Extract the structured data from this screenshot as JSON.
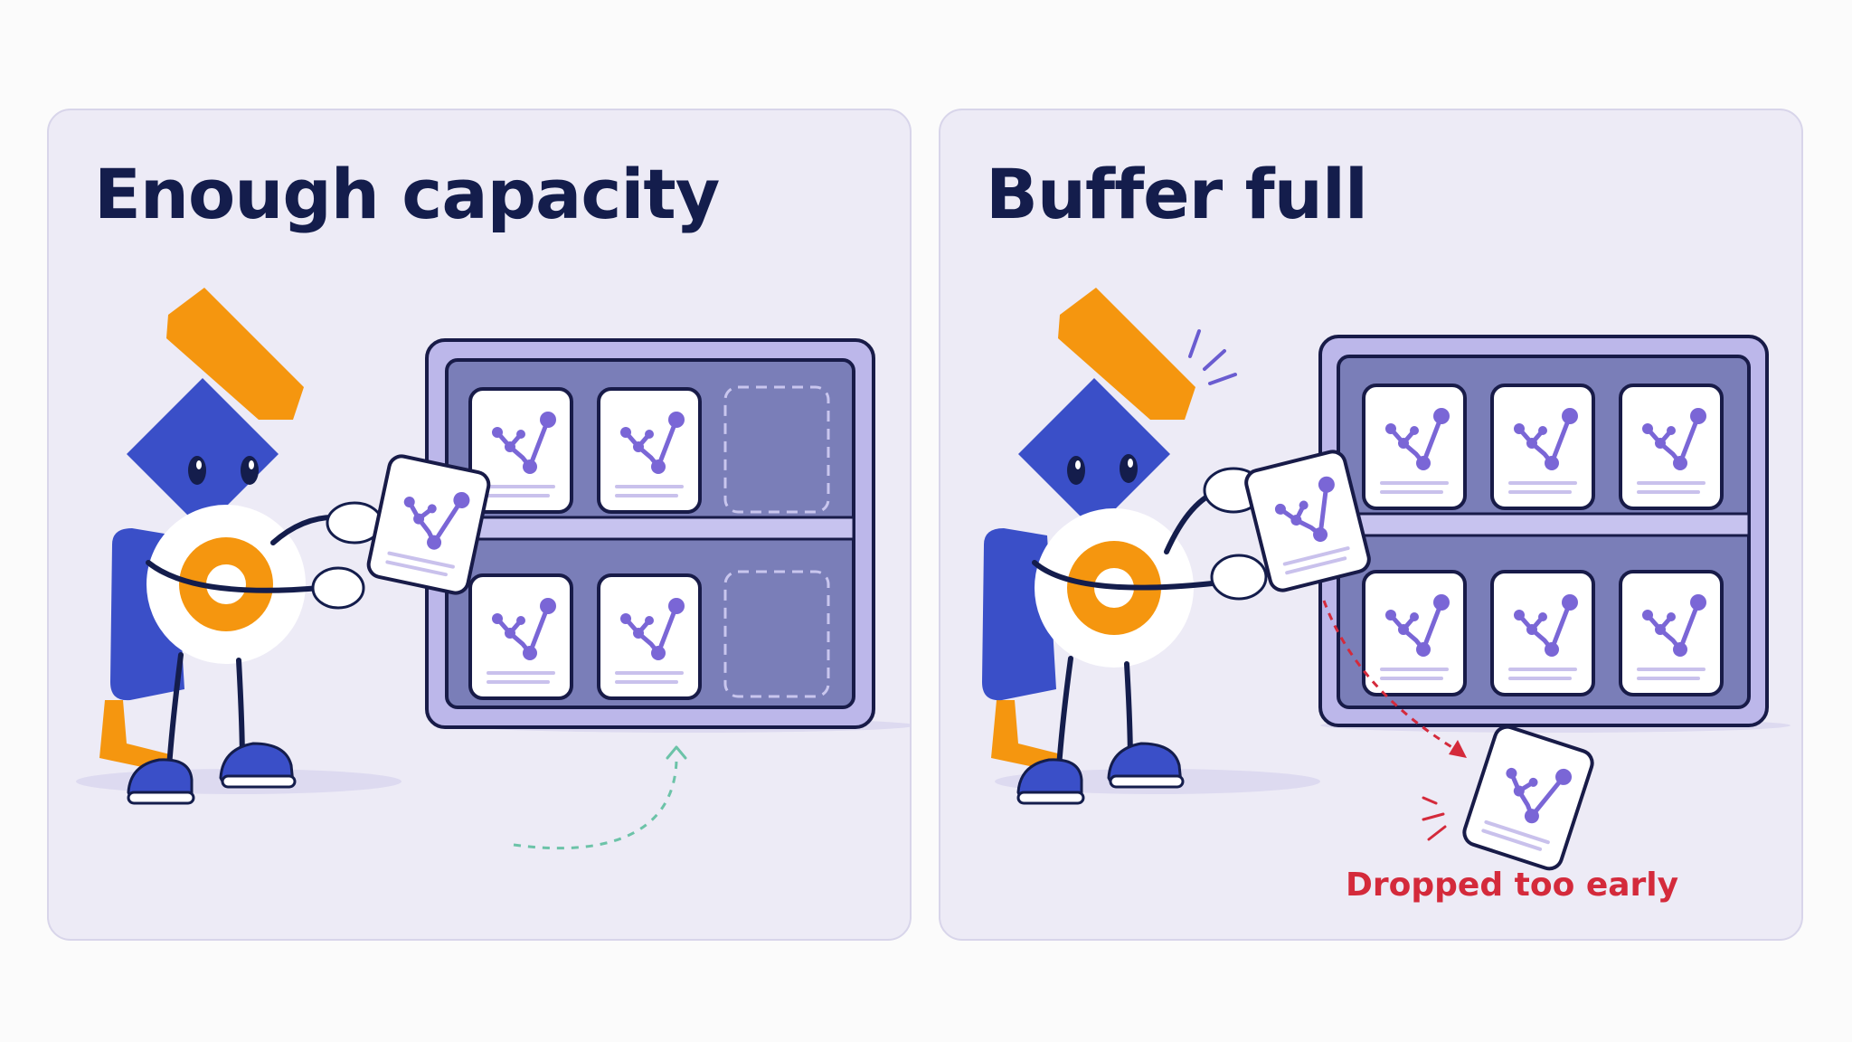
{
  "panels": [
    {
      "id": "left",
      "title": "Enough capacity",
      "slots_filled": 4,
      "slots_empty": 2,
      "state": "accepting"
    },
    {
      "id": "right",
      "title": "Buffer full",
      "slots_filled": 6,
      "slots_empty": 0,
      "state": "full",
      "drop_label": "Dropped too early"
    }
  ],
  "colors": {
    "panel_bg": "#edebf6",
    "title": "#141d4c",
    "robot_blue": "#3a4fc8",
    "robot_orange": "#f5960f",
    "shelf_fill": "#7a7eb8",
    "shelf_frame": "#bcb7ea",
    "card_chart": "#7a66d6",
    "drop_red": "#d42a3b",
    "hint_green": "#6cc3a8"
  }
}
